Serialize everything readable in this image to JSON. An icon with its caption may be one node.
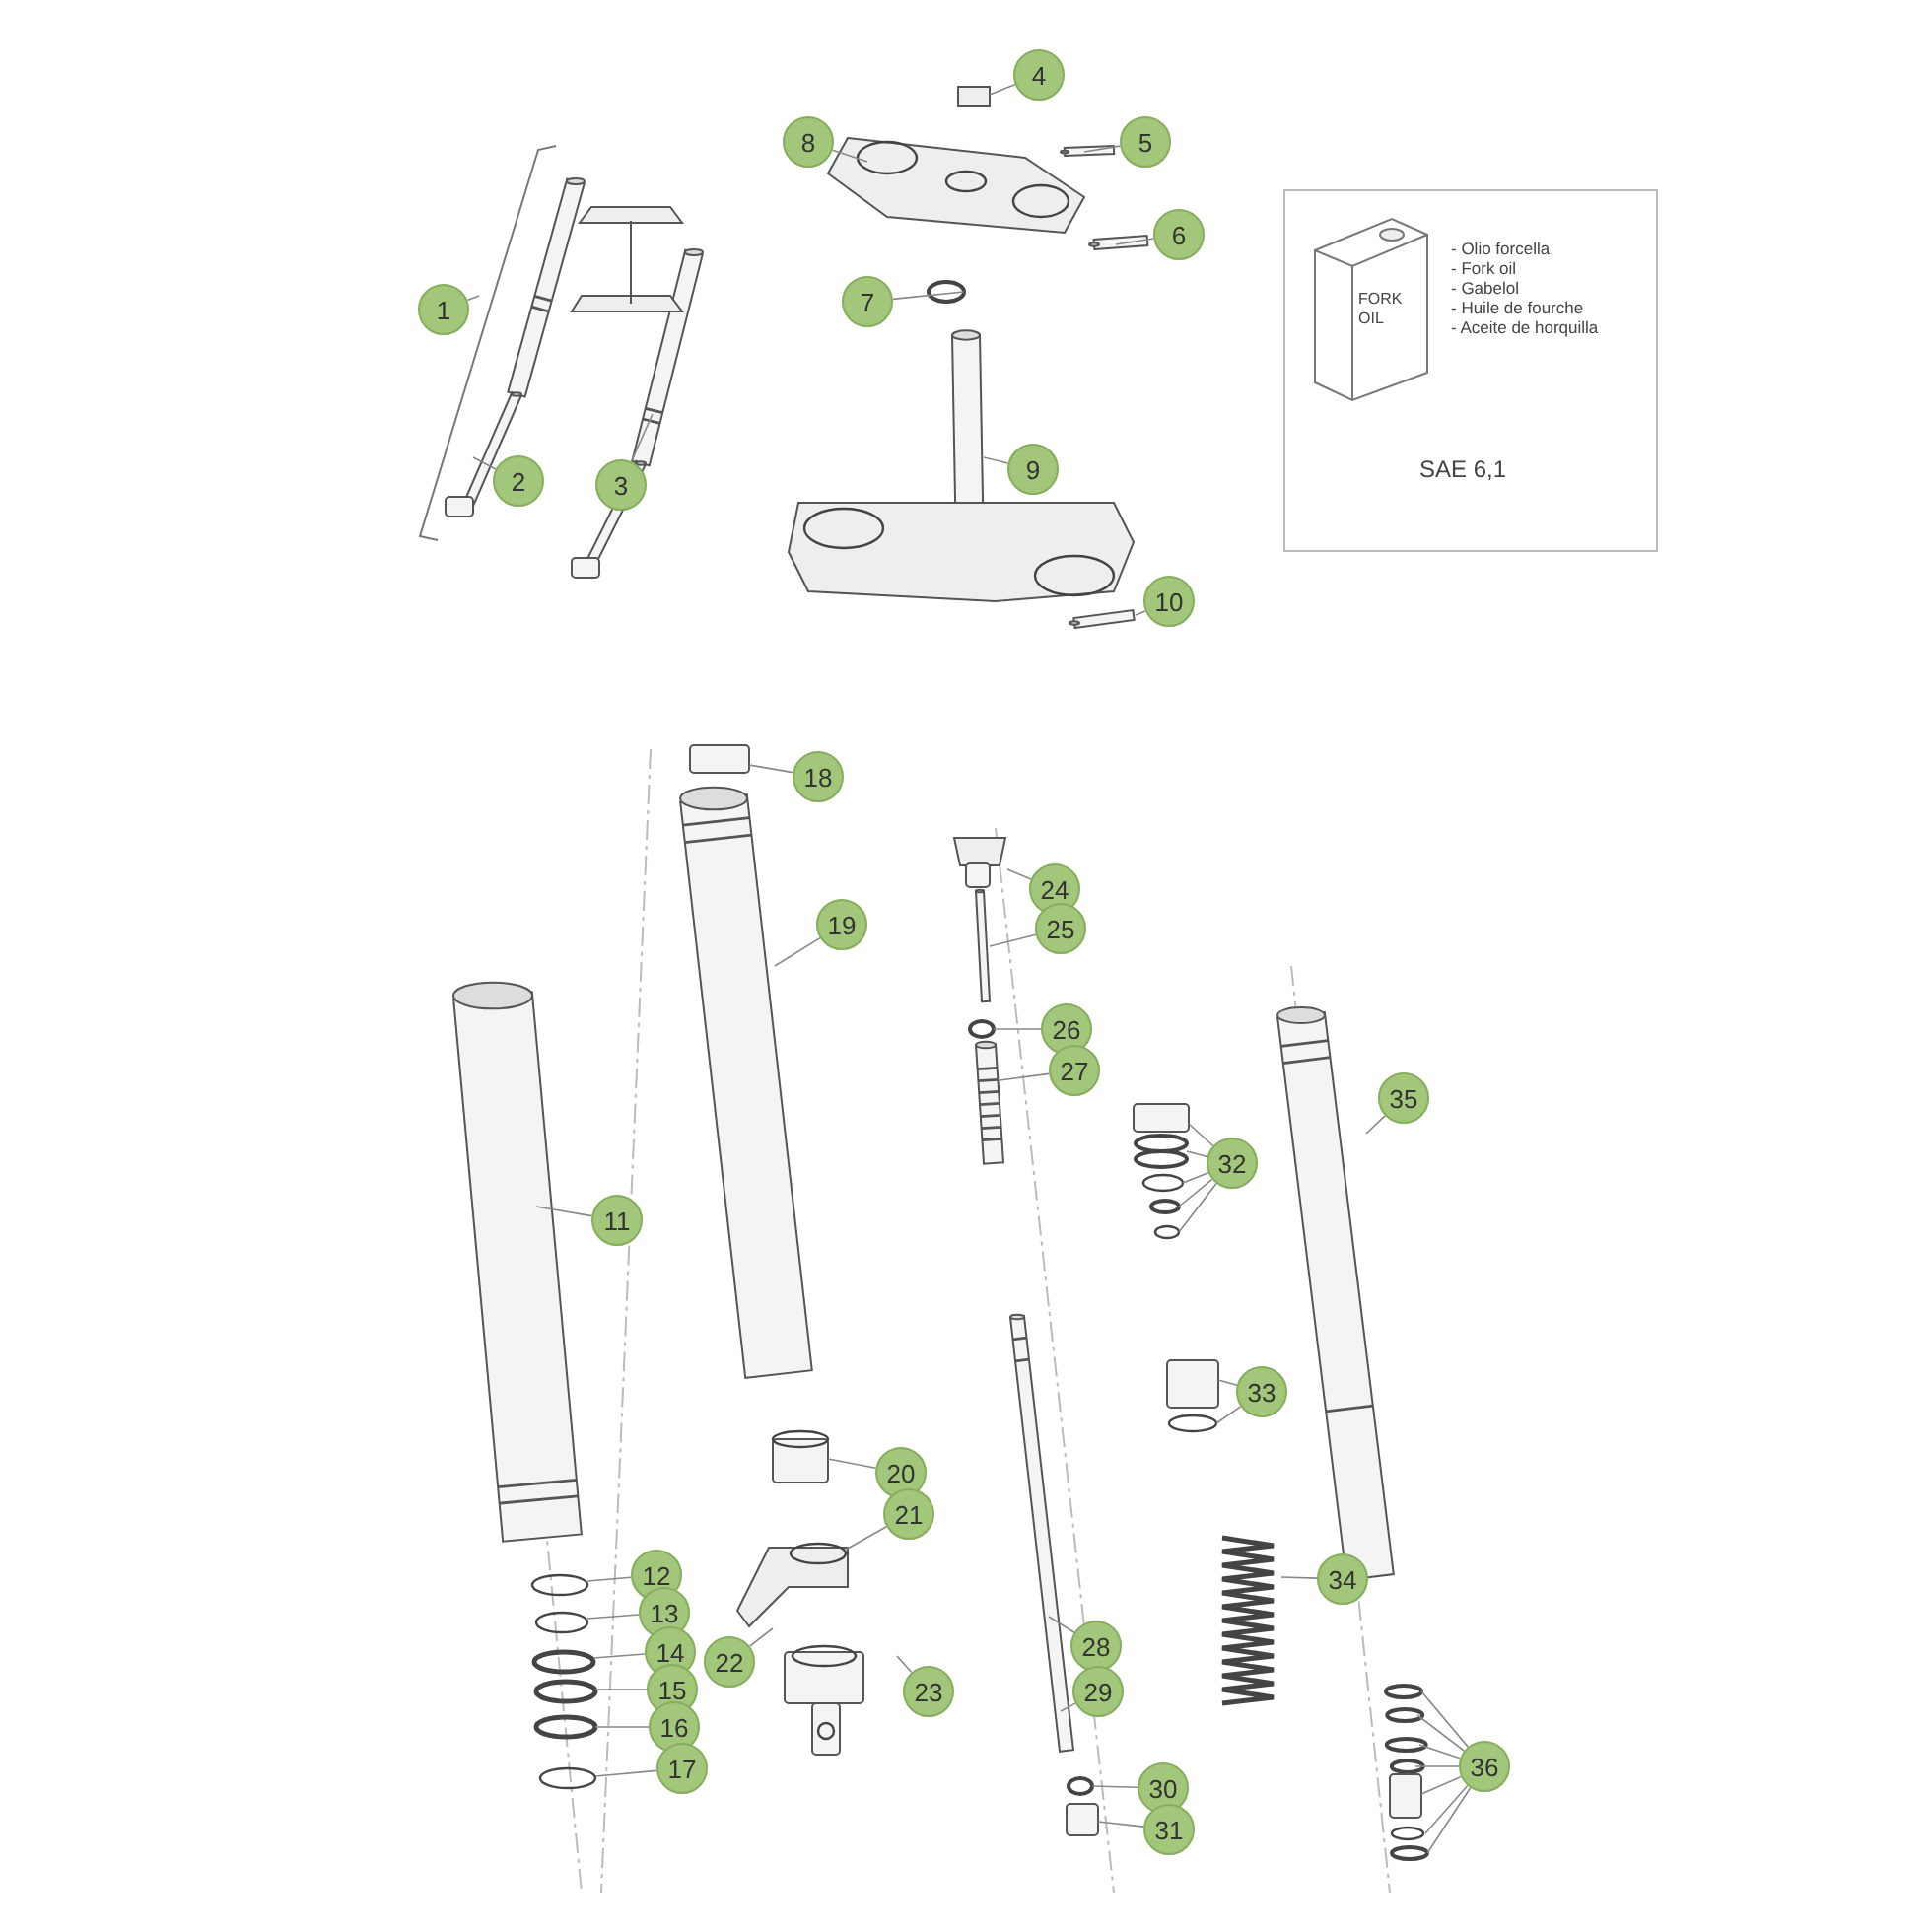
{
  "diagram": {
    "nodes": [
      {
        "text": [
          "1"
        ]
      },
      {
        "text": [
          "2"
        ]
      },
      {
        "text": [
          "3"
        ]
      },
      {
        "text": [
          "4"
        ]
      },
      {
        "text": [
          "5"
        ]
      },
      {
        "text": [
          "6"
        ]
      },
      {
        "text": [
          "7"
        ]
      },
      {
        "text": [
          "8"
        ]
      },
      {
        "text": [
          "9"
        ]
      },
      {
        "text": [
          "10"
        ]
      },
      {
        "text": [
          "11"
        ]
      },
      {
        "text": [
          "12"
        ]
      },
      {
        "text": [
          "13"
        ]
      },
      {
        "text": [
          "14"
        ]
      },
      {
        "text": [
          "15"
        ]
      },
      {
        "text": [
          "16"
        ]
      },
      {
        "text": [
          "17"
        ]
      },
      {
        "text": [
          "18"
        ]
      },
      {
        "text": [
          "19"
        ]
      },
      {
        "text": [
          "20"
        ]
      },
      {
        "text": [
          "21"
        ]
      },
      {
        "text": [
          "22"
        ]
      },
      {
        "text": [
          "23"
        ]
      },
      {
        "text": [
          "24"
        ]
      },
      {
        "text": [
          "25"
        ]
      },
      {
        "text": [
          "26"
        ]
      },
      {
        "text": [
          "27"
        ]
      },
      {
        "text": [
          "28"
        ]
      },
      {
        "text": [
          "29"
        ]
      },
      {
        "text": [
          "30"
        ]
      },
      {
        "text": [
          "31"
        ]
      },
      {
        "text": [
          "32"
        ]
      },
      {
        "text": [
          "33"
        ]
      },
      {
        "text": [
          "34"
        ]
      },
      {
        "text": [
          "35"
        ]
      },
      {
        "text": [
          "36"
        ]
      },
      {
        "text": [
          "FORK OIL",
          "- Olio forcella",
          "- Fork oil",
          "- Gabelol",
          "- Huile de fourche",
          "- Aceite de horquilla",
          "SAE 6,1"
        ]
      }
    ],
    "edges": [
      {
        "from": 0,
        "to": null,
        "arrow": "none"
      },
      {
        "from": 1,
        "to": null,
        "arrow": "none"
      },
      {
        "from": 2,
        "to": null,
        "arrow": "none"
      },
      {
        "from": 3,
        "to": null,
        "arrow": "none"
      },
      {
        "from": 4,
        "to": null,
        "arrow": "none"
      },
      {
        "from": 5,
        "to": null,
        "arrow": "none"
      },
      {
        "from": 6,
        "to": null,
        "arrow": "none"
      },
      {
        "from": 7,
        "to": null,
        "arrow": "none"
      },
      {
        "from": 8,
        "to": null,
        "arrow": "none"
      },
      {
        "from": 9,
        "to": null,
        "arrow": "none"
      },
      {
        "from": 10,
        "to": null,
        "arrow": "none"
      },
      {
        "from": 11,
        "to": null,
        "arrow": "none"
      },
      {
        "from": 12,
        "to": null,
        "arrow": "none"
      },
      {
        "from": 13,
        "to": null,
        "arrow": "none"
      },
      {
        "from": 14,
        "to": null,
        "arrow": "none"
      },
      {
        "from": 15,
        "to": null,
        "arrow": "none"
      },
      {
        "from": 16,
        "to": null,
        "arrow": "none"
      },
      {
        "from": 17,
        "to": null,
        "arrow": "none"
      },
      {
        "from": 18,
        "to": null,
        "arrow": "none"
      },
      {
        "from": 19,
        "to": null,
        "arrow": "none"
      },
      {
        "from": 20,
        "to": null,
        "arrow": "none"
      },
      {
        "from": 21,
        "to": null,
        "arrow": "none"
      },
      {
        "from": 22,
        "to": null,
        "arrow": "none"
      },
      {
        "from": 23,
        "to": null,
        "arrow": "none"
      },
      {
        "from": 24,
        "to": null,
        "arrow": "none"
      },
      {
        "from": 25,
        "to": null,
        "arrow": "none"
      },
      {
        "from": 26,
        "to": null,
        "arrow": "none"
      },
      {
        "from": 27,
        "to": null,
        "arrow": "none"
      },
      {
        "from": 28,
        "to": null,
        "arrow": "none"
      },
      {
        "from": 29,
        "to": null,
        "arrow": "none"
      },
      {
        "from": 30,
        "to": null,
        "arrow": "none"
      },
      {
        "from": 31,
        "to": null,
        "arrow": "none"
      },
      {
        "from": 31,
        "to": null,
        "arrow": "none"
      },
      {
        "from": 31,
        "to": null,
        "arrow": "none"
      },
      {
        "from": 31,
        "to": null,
        "arrow": "none"
      },
      {
        "from": 31,
        "to": null,
        "arrow": "none"
      },
      {
        "from": 32,
        "to": null,
        "arrow": "none"
      },
      {
        "from": 32,
        "to": null,
        "arrow": "none"
      },
      {
        "from": 33,
        "to": null,
        "arrow": "none"
      },
      {
        "from": 34,
        "to": null,
        "arrow": "none"
      },
      {
        "from": 35,
        "to": null,
        "arrow": "none"
      },
      {
        "from": 35,
        "to": null,
        "arrow": "none"
      },
      {
        "from": 35,
        "to": null,
        "arrow": "none"
      },
      {
        "from": 35,
        "to": null,
        "arrow": "none"
      },
      {
        "from": 35,
        "to": null,
        "arrow": "none"
      },
      {
        "from": 35,
        "to": null,
        "arrow": "none"
      },
      {
        "from": 35,
        "to": null,
        "arrow": "none"
      }
    ]
  }
}
